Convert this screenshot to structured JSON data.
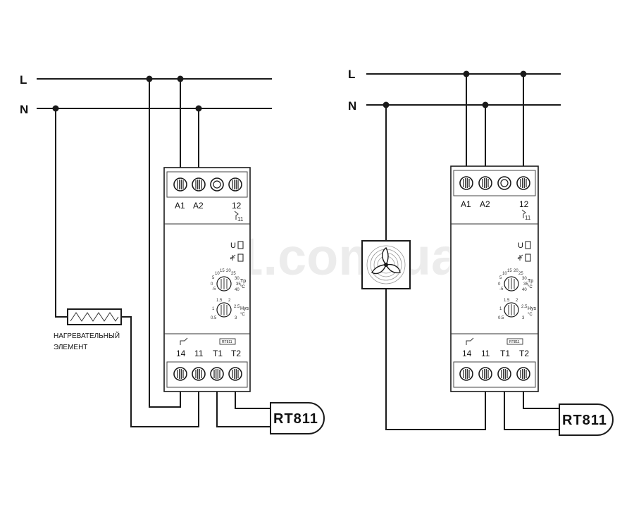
{
  "lines": {
    "L": "L",
    "N": "N"
  },
  "relay_terminals": {
    "top": [
      "A1",
      "A2",
      "12"
    ],
    "top_sub": "11",
    "bottom": [
      "14",
      "11",
      "T1",
      "T2"
    ],
    "sensor_tag": "RT811"
  },
  "dial_temp": {
    "scale": [
      "0",
      "5",
      "10",
      "15",
      "20",
      "25",
      "30",
      "35",
      "40",
      "-5"
    ],
    "label": "Tp",
    "unit": "°C"
  },
  "dial_hys": {
    "scale": [
      "0.5",
      "1",
      "1.5",
      "2",
      "2.5",
      "3"
    ],
    "label": "Hys",
    "unit": "°C"
  },
  "sensor_label": "RT811",
  "heater_label_line1": "НАГРЕВАТЕЛЬНЫЙ",
  "heater_label_line2": "ЭЛЕМЕНТ",
  "watermark": "001.com.ua",
  "icons": {
    "power": "power-led-icon",
    "relay": "relay-led-icon",
    "fan": "fan-icon",
    "heater": "heater-icon"
  }
}
